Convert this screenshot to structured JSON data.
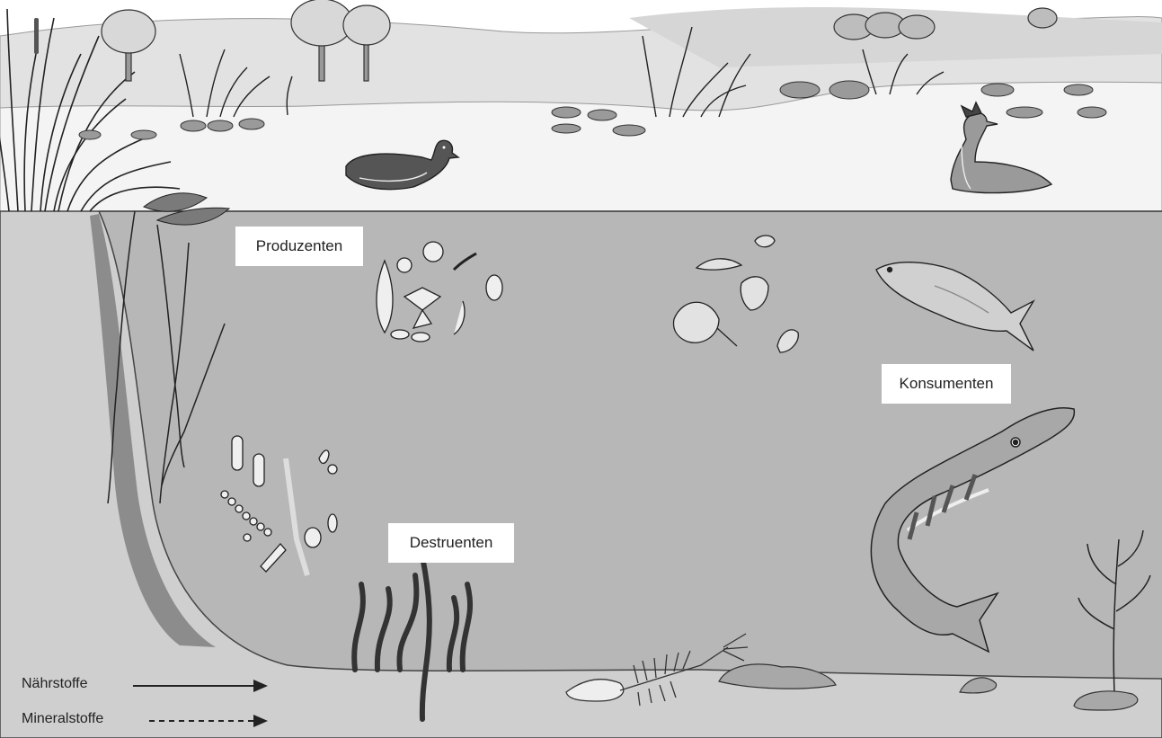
{
  "labels": {
    "producers": "Produzenten",
    "consumers": "Konsumenten",
    "decomposers": "Destruenten"
  },
  "legend": {
    "nutrients": "Nährstoffe",
    "minerals": "Mineralstoffe"
  },
  "colors": {
    "water": "#b9b9b9",
    "sky": "#f2f2f2",
    "hills": "#dcdcdc",
    "bank": "#8a8a8a",
    "lakebed": "#cfcfcf",
    "outline": "#222222"
  }
}
